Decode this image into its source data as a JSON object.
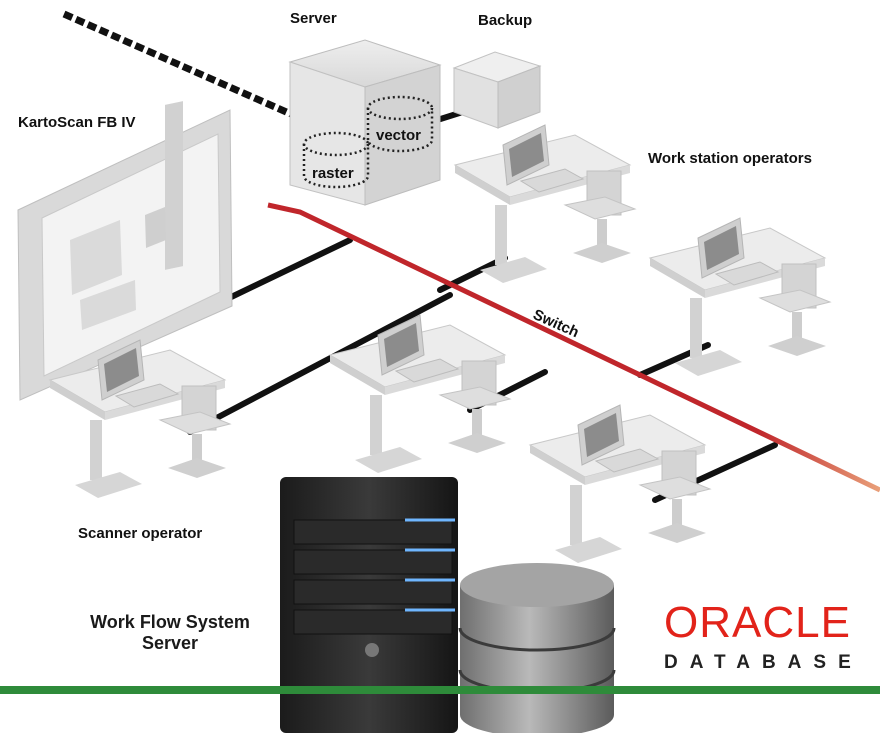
{
  "labels": {
    "server": "Server",
    "backup": "Backup",
    "kartoscan": "KartoScan FB IV",
    "workstation_operators": "Work station operators",
    "scanner_operator": "Scanner operator",
    "switch": "Switch",
    "raster": "raster",
    "vector": "vector"
  },
  "workflow_label": {
    "line1": "Work Flow System",
    "line2": "Server"
  },
  "oracle": {
    "brand": "ORACLE",
    "subtitle": "DATABASE"
  },
  "colors": {
    "switch_line": "#c0262b",
    "oracle_red": "#e2231a",
    "green_bar": "#2e8b3a",
    "furniture": "#dcdcdc"
  }
}
